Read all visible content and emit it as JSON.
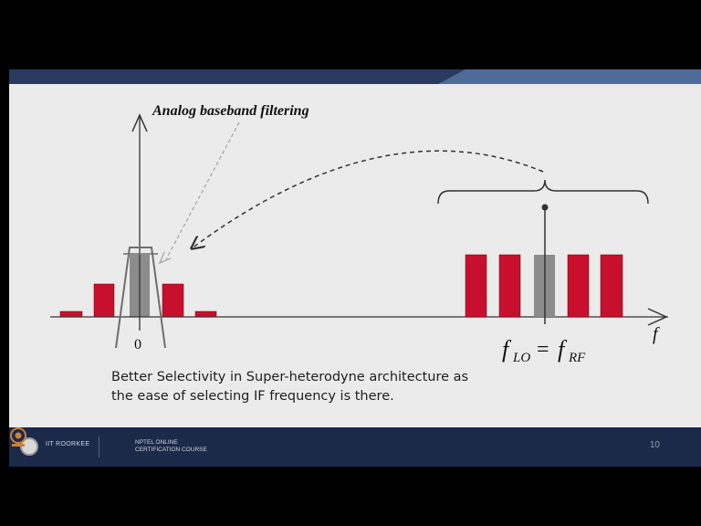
{
  "slide": {
    "title_label": "Analog baseband filtering",
    "zero_label": "0",
    "f_label": "f",
    "flo_label": "f",
    "flo_sub": "LO",
    "eq_sign": "=",
    "frf_label": "f",
    "frf_sub": "RF",
    "caption_line1": "Better Selectivity in Super-heterodyne architecture as",
    "caption_line2": "the ease of selecting IF frequency is there."
  },
  "footer": {
    "institute": "IIT ROORKEE",
    "nptel_line1": "NPTEL ONLINE",
    "nptel_line2": "CERTIFICATION COURSE",
    "page_number": "10"
  },
  "colors": {
    "header_band": "#2a3a5e",
    "header_accent": "#4f6b9a",
    "red_bar": "#c8102e",
    "gray_bar": "#8c8c8c",
    "footer": "#1c2a4a"
  }
}
